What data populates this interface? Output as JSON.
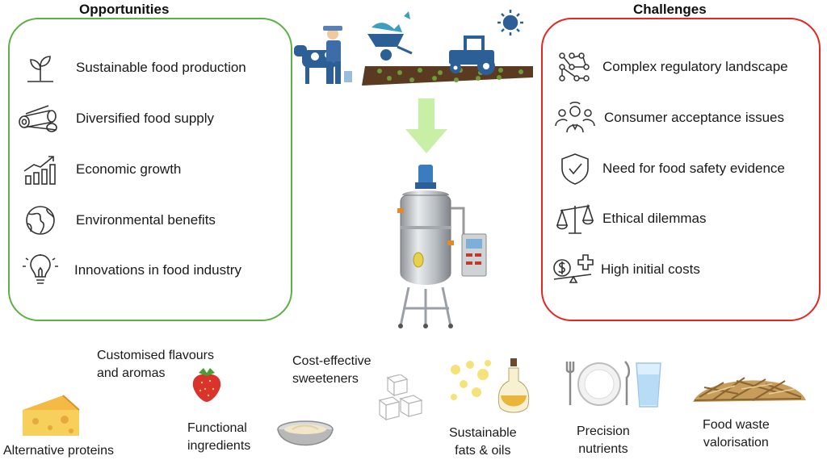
{
  "opportunities": {
    "title": "Opportunities",
    "items": [
      {
        "label": "Sustainable food production",
        "icon": "sprout-icon"
      },
      {
        "label": "Diversified food supply",
        "icon": "logs-icon"
      },
      {
        "label": "Economic growth",
        "icon": "growth-chart-icon"
      },
      {
        "label": "Environmental benefits",
        "icon": "globe-icon"
      },
      {
        "label": "Innovations in food industry",
        "icon": "lightbulb-icon"
      }
    ]
  },
  "challenges": {
    "title": "Challenges",
    "items": [
      {
        "label": "Complex regulatory landscape",
        "icon": "network-icon"
      },
      {
        "label": "Consumer acceptance issues",
        "icon": "people-icon"
      },
      {
        "label": "Need for food safety evidence",
        "icon": "shield-check-icon"
      },
      {
        "label": "Ethical dilemmas",
        "icon": "scales-icon"
      },
      {
        "label": "High initial costs",
        "icon": "cost-balance-icon"
      }
    ]
  },
  "outputs": [
    {
      "label": "Alternative proteins",
      "icon": "cheese-icon"
    },
    {
      "label": "Customised flavours and aromas",
      "line1": "Customised flavours",
      "line2": "and aromas",
      "icon": "strawberry-icon"
    },
    {
      "label": "Functional ingredients",
      "line1": "Functional",
      "line2": "ingredients",
      "icon": "bowl-icon"
    },
    {
      "label": "Cost-effective sweeteners",
      "line1": "Cost-effective",
      "line2": "sweeteners",
      "icon": "sugar-cubes-icon"
    },
    {
      "label": "Sustainable fats & oils",
      "line1": "Sustainable",
      "line2": "fats & oils",
      "icon": "oil-bottle-icon"
    },
    {
      "label": "Precision nutrients",
      "line1": "Precision",
      "line2": "nutrients",
      "icon": "plate-glass-icon"
    },
    {
      "label": "Food waste valorisation",
      "line1": "Food waste",
      "line2": "valorisation",
      "icon": "straw-pile-icon"
    }
  ],
  "colors": {
    "opportunities": "#5cb146",
    "challenges": "#e42621",
    "arrow": "#c9eea5",
    "farm": "#2c5f95"
  }
}
